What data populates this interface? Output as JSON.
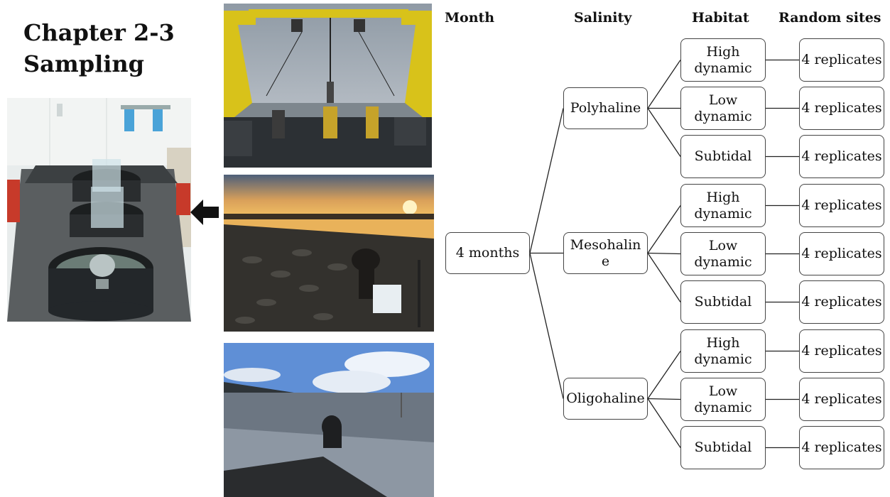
{
  "title": {
    "line1": "Chapter 2-3",
    "line2": "Sampling"
  },
  "headers": {
    "month": "Month",
    "salinity": "Salinity",
    "habitat": "Habitat",
    "sites": "Random sites"
  },
  "month": {
    "label": "4 months"
  },
  "salinity": [
    {
      "label": "Polyhaline"
    },
    {
      "label": "Mesohalin e"
    },
    {
      "label": "Oligohaline"
    }
  ],
  "habitats": [
    {
      "label": "High dynamic"
    },
    {
      "label": "Low dynamic"
    },
    {
      "label": "Subtidal"
    },
    {
      "label": "High dynamic"
    },
    {
      "label": "Low dynamic"
    },
    {
      "label": "Subtidal"
    },
    {
      "label": "High dynamic"
    },
    {
      "label": "Low dynamic"
    },
    {
      "label": "Subtidal"
    }
  ],
  "sites": [
    {
      "label": "4 replicates"
    },
    {
      "label": "4 replicates"
    },
    {
      "label": "4 replicates"
    },
    {
      "label": "4 replicates"
    },
    {
      "label": "4 replicates"
    },
    {
      "label": "4 replicates"
    },
    {
      "label": "4 replicates"
    },
    {
      "label": "4 replicates"
    },
    {
      "label": "4 replicates"
    }
  ],
  "photos": {
    "lab": "lab-mesocosm-tanks-photo",
    "vessel": "research-vessel-deck-photo",
    "mudflat": "mudflat-sunset-sampling-photo",
    "river": "river-bank-sampling-photo"
  },
  "arrow_icon": "arrow-left-icon"
}
